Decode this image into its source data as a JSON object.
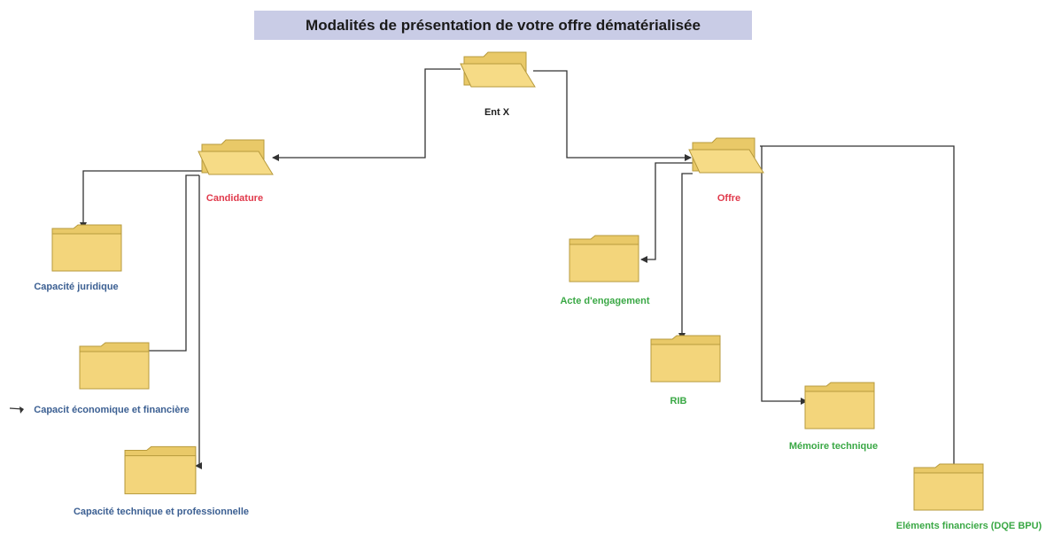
{
  "title": "Modalités de présentation de votre offre dématérialisée",
  "colors": {
    "title_bg": "#c9cce6",
    "folder_fill": "#f2d47a",
    "folder_stroke": "#b79a3c",
    "connector": "#333333",
    "label_root": "#1e1e1e",
    "label_branch": "#e0394b",
    "label_candidature_children": "#3b5f92",
    "label_offre_children": "#3aa845"
  },
  "nodes": {
    "root": {
      "label": "Ent X",
      "icon": "open-folder-icon"
    },
    "candidature": {
      "label": "Candidature",
      "icon": "open-folder-icon"
    },
    "offre": {
      "label": "Offre",
      "icon": "open-folder-icon"
    },
    "capacite_juridique": {
      "label": "Capacité juridique",
      "icon": "folder-icon"
    },
    "capacite_economique": {
      "label": "Capacit économique et financière",
      "icon": "folder-icon"
    },
    "capacite_technique": {
      "label": "Capacité technique et professionnelle",
      "icon": "folder-icon"
    },
    "acte_engagement": {
      "label": "Acte d'engagement",
      "icon": "folder-icon"
    },
    "rib": {
      "label": "RIB",
      "icon": "folder-icon"
    },
    "memoire_technique": {
      "label": "Mémoire technique",
      "icon": "folder-icon"
    },
    "elements_financiers": {
      "label": "Eléments financiers (DQE BPU)",
      "icon": "folder-icon"
    }
  },
  "edges": [
    {
      "from": "root",
      "to": "candidature"
    },
    {
      "from": "root",
      "to": "offre"
    },
    {
      "from": "candidature",
      "to": "capacite_juridique"
    },
    {
      "from": "candidature",
      "to": "capacite_economique"
    },
    {
      "from": "candidature",
      "to": "capacite_technique"
    },
    {
      "from": "offre",
      "to": "acte_engagement"
    },
    {
      "from": "offre",
      "to": "rib"
    },
    {
      "from": "offre",
      "to": "memoire_technique"
    },
    {
      "from": "offre",
      "to": "elements_financiers"
    }
  ]
}
